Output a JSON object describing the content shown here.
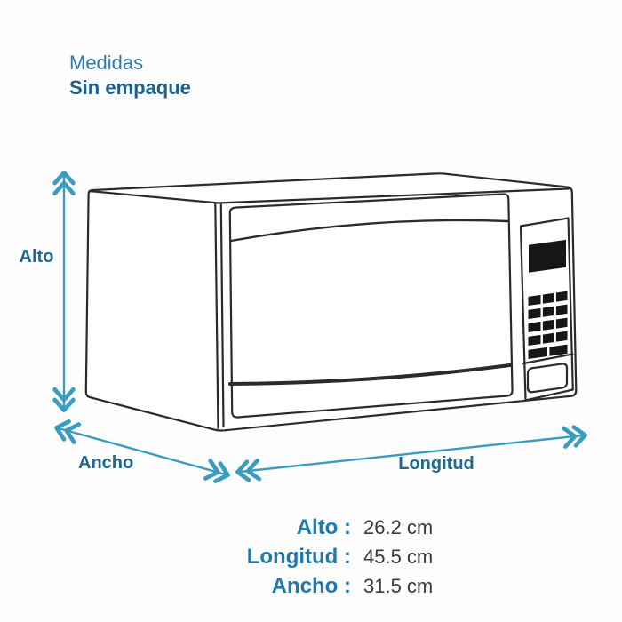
{
  "title": {
    "line1": "Medidas",
    "line2": "Sin empaque"
  },
  "diagram": {
    "labels": {
      "alto": "Alto",
      "ancho": "Ancho",
      "longitud": "Longitud"
    },
    "arrow_color": "#3a9cc0",
    "label_color": "#1d6992",
    "line_color": "#2b2b2b",
    "display_color": "#161616"
  },
  "specs": {
    "rows": [
      {
        "label": "Alto :",
        "value": "26.2 cm"
      },
      {
        "label": "Longitud :",
        "value": "45.5 cm"
      },
      {
        "label": "Ancho :",
        "value": "31.5 cm"
      }
    ],
    "label_color": "#1f79ad",
    "value_color": "#3a3a3a"
  }
}
